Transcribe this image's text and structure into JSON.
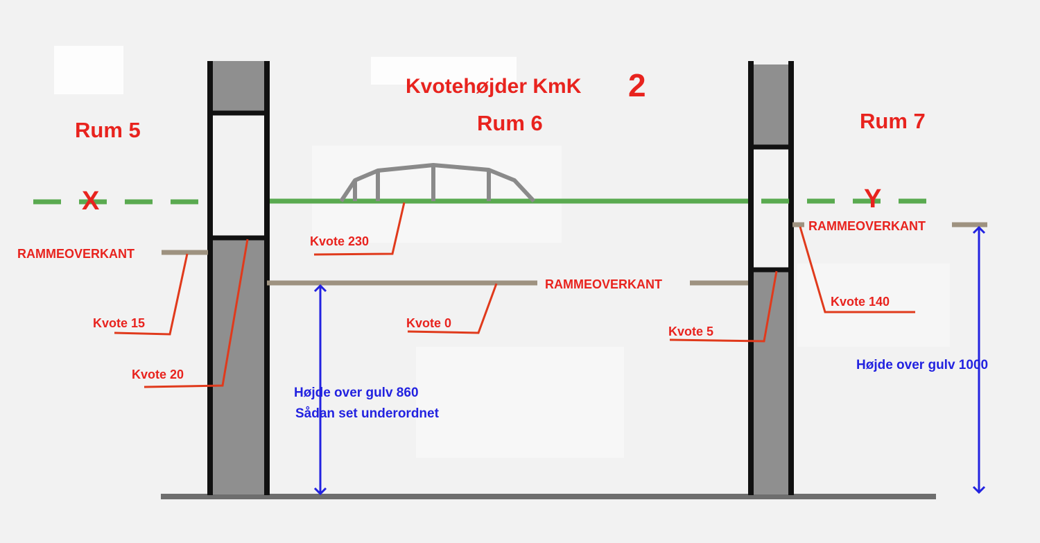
{
  "title": "Kvotehøjder KmK",
  "title_number": "2",
  "rooms": {
    "left": "Rum 5",
    "middle": "Rum 6",
    "right": "Rum 7"
  },
  "reference_points": {
    "left": "X",
    "right": "Y"
  },
  "frame_top_labels": {
    "left": "RAMMEOVERKANT",
    "middle": "RAMMEOVERKANT",
    "right": "RAMMEOVERKANT"
  },
  "kvote_labels": {
    "kvote_15": "Kvote 15",
    "kvote_20": "Kvote 20",
    "kvote_230": "Kvote 230",
    "kvote_0": "Kvote 0",
    "kvote_5": "Kvote 5",
    "kvote_140": "Kvote 140"
  },
  "heights": {
    "middle": "Højde over gulv 860",
    "middle_note": "Sådan set underordnet",
    "right": "Højde over gulv 1000"
  },
  "colors": {
    "label_red": "#e8231e",
    "leader_red": "#e03a1c",
    "dimension_blue": "#2222e0",
    "reference_green": "#5aaa50",
    "frame_top_beige": "#9e9280",
    "wall_gray": "#8f8f8f",
    "floor_gray": "#6e6e6e",
    "background": "#f2f2f2"
  }
}
